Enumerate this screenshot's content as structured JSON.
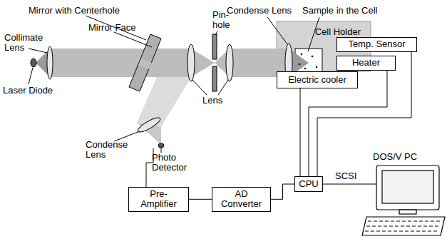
{
  "diagram": {
    "nodes": [
      {
        "text": [
          "Cell Holder"
        ]
      },
      {
        "text": [
          "Temp. Sensor"
        ]
      },
      {
        "text": [
          "Heater"
        ]
      },
      {
        "text": [
          "Electric cooler"
        ]
      },
      {
        "text": [
          "Pre- Amplifier"
        ]
      },
      {
        "text": [
          "AD Converter"
        ]
      },
      {
        "text": [
          "CPU"
        ]
      }
    ],
    "edges": [
      {
        "from": 4,
        "to": 5,
        "arrow": "none"
      },
      {
        "from": 5,
        "to": 6,
        "arrow": "none"
      },
      {
        "from": 6,
        "to": 3,
        "arrow": "none"
      },
      {
        "from": 6,
        "to": 2,
        "arrow": "none"
      },
      {
        "from": 6,
        "to": 1,
        "arrow": "none"
      }
    ],
    "labels": [
      "Mirror with Centerhole",
      "Mirror Face",
      "Collimate Lens",
      "Laser Diode",
      "Pin- hole",
      "Condense Lens",
      "Sample in the Cell",
      "Lens",
      "Condense Lens",
      "Photo Detector",
      "SCSI",
      "DOS/V PC"
    ]
  }
}
